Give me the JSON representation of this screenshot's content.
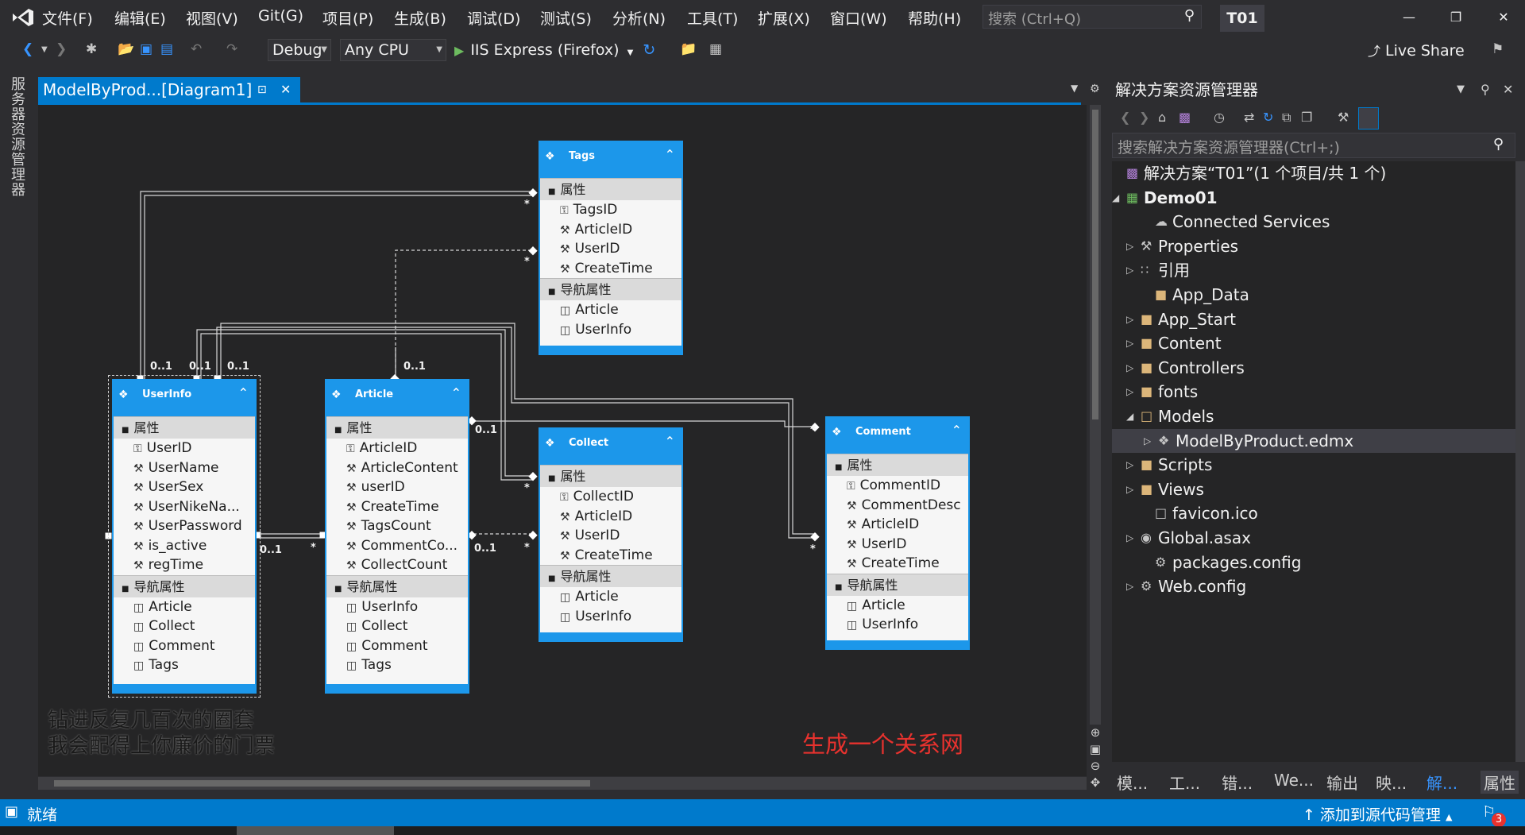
{
  "menu": {
    "items": [
      "文件(F)",
      "编辑(E)",
      "视图(V)",
      "Git(G)",
      "项目(P)",
      "生成(B)",
      "调试(D)",
      "测试(S)",
      "分析(N)",
      "工具(T)",
      "扩展(X)",
      "窗口(W)",
      "帮助(H)"
    ],
    "search_placeholder": "搜索 (Ctrl+Q)",
    "solution_name": "T01"
  },
  "toolbar": {
    "config": "Debug",
    "platform": "Any CPU",
    "run_target": "IIS Express (Firefox)",
    "live_share": "Live Share"
  },
  "left_strip": {
    "server_explorer": "服务器资源管理器"
  },
  "document": {
    "tab_title": "ModelByProd...[Diagram1]",
    "entities": [
      {
        "name": "Tags",
        "properties_label": "属性",
        "properties": [
          "TagsID",
          "ArticleID",
          "UserID",
          "CreateTime"
        ],
        "nav_label": "导航属性",
        "navigation": [
          "Article",
          "UserInfo"
        ]
      },
      {
        "name": "UserInfo",
        "properties_label": "属性",
        "properties": [
          "UserID",
          "UserName",
          "UserSex",
          "UserNikeNa...",
          "UserPassword",
          "is_active",
          "regTime"
        ],
        "nav_label": "导航属性",
        "navigation": [
          "Article",
          "Collect",
          "Comment",
          "Tags"
        ]
      },
      {
        "name": "Article",
        "properties_label": "属性",
        "properties": [
          "ArticleID",
          "ArticleContent",
          "userID",
          "CreateTime",
          "TagsCount",
          "CommentCo...",
          "CollectCount"
        ],
        "nav_label": "导航属性",
        "navigation": [
          "UserInfo",
          "Collect",
          "Comment",
          "Tags"
        ]
      },
      {
        "name": "Collect",
        "properties_label": "属性",
        "properties": [
          "CollectID",
          "ArticleID",
          "UserID",
          "CreateTime"
        ],
        "nav_label": "导航属性",
        "navigation": [
          "Article",
          "UserInfo"
        ]
      },
      {
        "name": "Comment",
        "properties_label": "属性",
        "properties": [
          "CommentID",
          "CommentDesc",
          "ArticleID",
          "UserID",
          "CreateTime"
        ],
        "nav_label": "导航属性",
        "navigation": [
          "Article",
          "UserInfo"
        ]
      }
    ],
    "multiplicities": {
      "zero_one": "0..1",
      "many": "*"
    },
    "overlay_line1": "钻进反复几百次的圈套",
    "overlay_line2": "我会配得上你廉价的门票",
    "red_caption": "生成一个关系网"
  },
  "solution_explorer": {
    "title": "解决方案资源管理器",
    "search_placeholder": "搜索解决方案资源管理器(Ctrl+;)",
    "tree": [
      {
        "label": "解决方案“T01”(1 个项目/共 1 个)",
        "icon": "solution-icon",
        "expand": ""
      },
      {
        "label": "Demo01",
        "icon": "project-icon",
        "expand": "collapse",
        "bold": true
      },
      {
        "label": "Connected Services",
        "icon": "connected-services-icon",
        "expand": ""
      },
      {
        "label": "Properties",
        "icon": "wrench-icon",
        "expand": "expand"
      },
      {
        "label": "引用",
        "icon": "references-icon",
        "expand": "expand"
      },
      {
        "label": "App_Data",
        "icon": "folder-icon",
        "expand": ""
      },
      {
        "label": "App_Start",
        "icon": "folder-icon",
        "expand": "expand"
      },
      {
        "label": "Content",
        "icon": "folder-icon",
        "expand": "expand"
      },
      {
        "label": "Controllers",
        "icon": "folder-icon",
        "expand": "expand"
      },
      {
        "label": "fonts",
        "icon": "folder-icon",
        "expand": "expand"
      },
      {
        "label": "Models",
        "icon": "folder-open-icon",
        "expand": "collapse"
      },
      {
        "label": "ModelByProduct.edmx",
        "icon": "edmx-icon",
        "expand": "expand"
      },
      {
        "label": "Scripts",
        "icon": "folder-icon",
        "expand": "expand"
      },
      {
        "label": "Views",
        "icon": "folder-icon",
        "expand": "expand"
      },
      {
        "label": "favicon.ico",
        "icon": "file-icon",
        "expand": ""
      },
      {
        "label": "Global.asax",
        "icon": "global-icon",
        "expand": "expand"
      },
      {
        "label": "packages.config",
        "icon": "config-icon",
        "expand": ""
      },
      {
        "label": "Web.config",
        "icon": "config-icon",
        "expand": "expand"
      }
    ],
    "bottom_tabs": [
      "模...",
      "工...",
      "错...",
      "We...",
      "输出",
      "映...",
      "解...",
      "属性"
    ]
  },
  "statusbar": {
    "status": "就绪",
    "source_control": "添加到源代码管理",
    "notifications": "3"
  },
  "colors": {
    "accent": "#007acc",
    "entity_header": "#1c97ea",
    "caption_red": "#e8322e"
  }
}
